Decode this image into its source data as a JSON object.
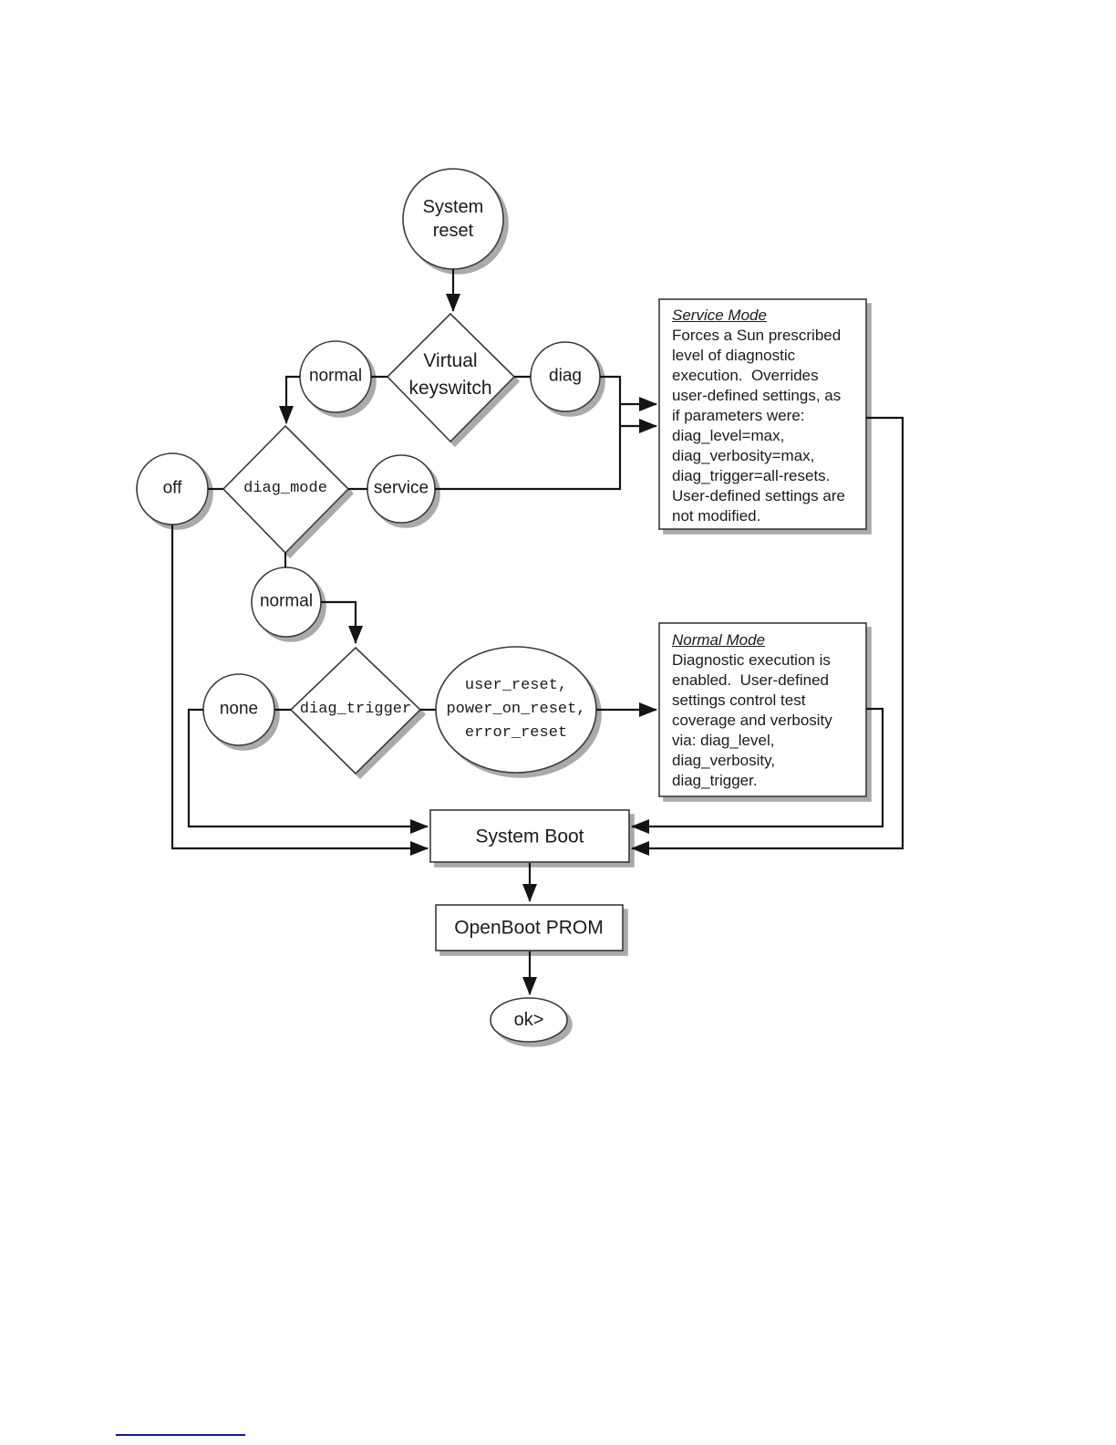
{
  "diagram": {
    "nodes": {
      "system_reset": "System\nreset",
      "virtual_keyswitch": "Virtual\nkeyswitch",
      "keyswitch_normal": "normal",
      "keyswitch_diag": "diag",
      "diag_mode_off": "off",
      "diag_mode": "diag_mode",
      "diag_mode_service": "service",
      "diag_mode_normal": "normal",
      "diag_trigger_none": "none",
      "diag_trigger": "diag_trigger",
      "reset_events": "user_reset,\npower_on_reset,\nerror_reset",
      "system_boot": "System Boot",
      "openboot_prom": "OpenBoot PROM",
      "ok_prompt": "ok>"
    },
    "callouts": {
      "service_mode": {
        "heading": "Service Mode",
        "body": "Forces a Sun prescribed\nlevel of diagnostic\nexecution.  Overrides\nuser-defined settings, as\nif parameters were:\ndiag_level=max,\ndiag_verbosity=max,\ndiag_trigger=all-resets.\nUser-defined settings are\nnot modified."
      },
      "normal_mode": {
        "heading": "Normal Mode",
        "body": "Diagnostic execution is\nenabled.  User-defined\nsettings control test\ncoverage and verbosity\nvia: diag_level,\ndiag_verbosity,\ndiag_trigger."
      }
    },
    "colors": {
      "line": "#141414",
      "shape_stroke": "#3a3a3a",
      "shadow": "#aaaaaa",
      "footer_rule": "#19198c"
    }
  }
}
